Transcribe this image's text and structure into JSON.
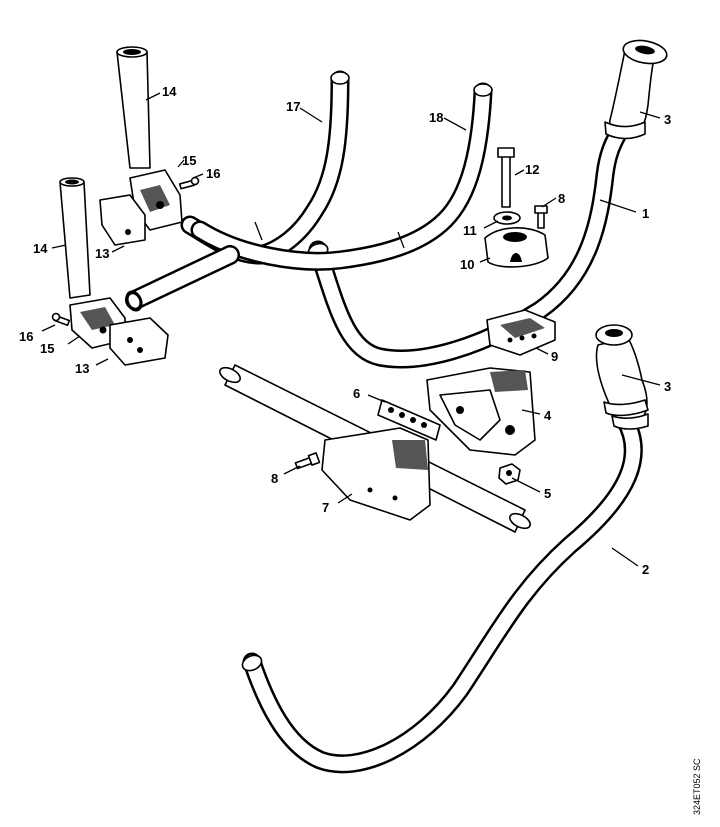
{
  "drawing_code": "324ET052 SC",
  "callouts": [
    {
      "id": "c1",
      "text": "1"
    },
    {
      "id": "c2",
      "text": "2"
    },
    {
      "id": "c3a",
      "text": "3"
    },
    {
      "id": "c3b",
      "text": "3"
    },
    {
      "id": "c4",
      "text": "4"
    },
    {
      "id": "c5",
      "text": "5"
    },
    {
      "id": "c6",
      "text": "6"
    },
    {
      "id": "c7",
      "text": "7"
    },
    {
      "id": "c8a",
      "text": "8"
    },
    {
      "id": "c8b",
      "text": "8"
    },
    {
      "id": "c9",
      "text": "9"
    },
    {
      "id": "c10",
      "text": "10"
    },
    {
      "id": "c11",
      "text": "11"
    },
    {
      "id": "c12",
      "text": "12"
    },
    {
      "id": "c13a",
      "text": "13"
    },
    {
      "id": "c13b",
      "text": "13"
    },
    {
      "id": "c14a",
      "text": "14"
    },
    {
      "id": "c14b",
      "text": "14"
    },
    {
      "id": "c15a",
      "text": "15"
    },
    {
      "id": "c15b",
      "text": "15"
    },
    {
      "id": "c16a",
      "text": "16"
    },
    {
      "id": "c16b",
      "text": "16"
    },
    {
      "id": "c17",
      "text": "17"
    },
    {
      "id": "c18",
      "text": "18"
    }
  ]
}
